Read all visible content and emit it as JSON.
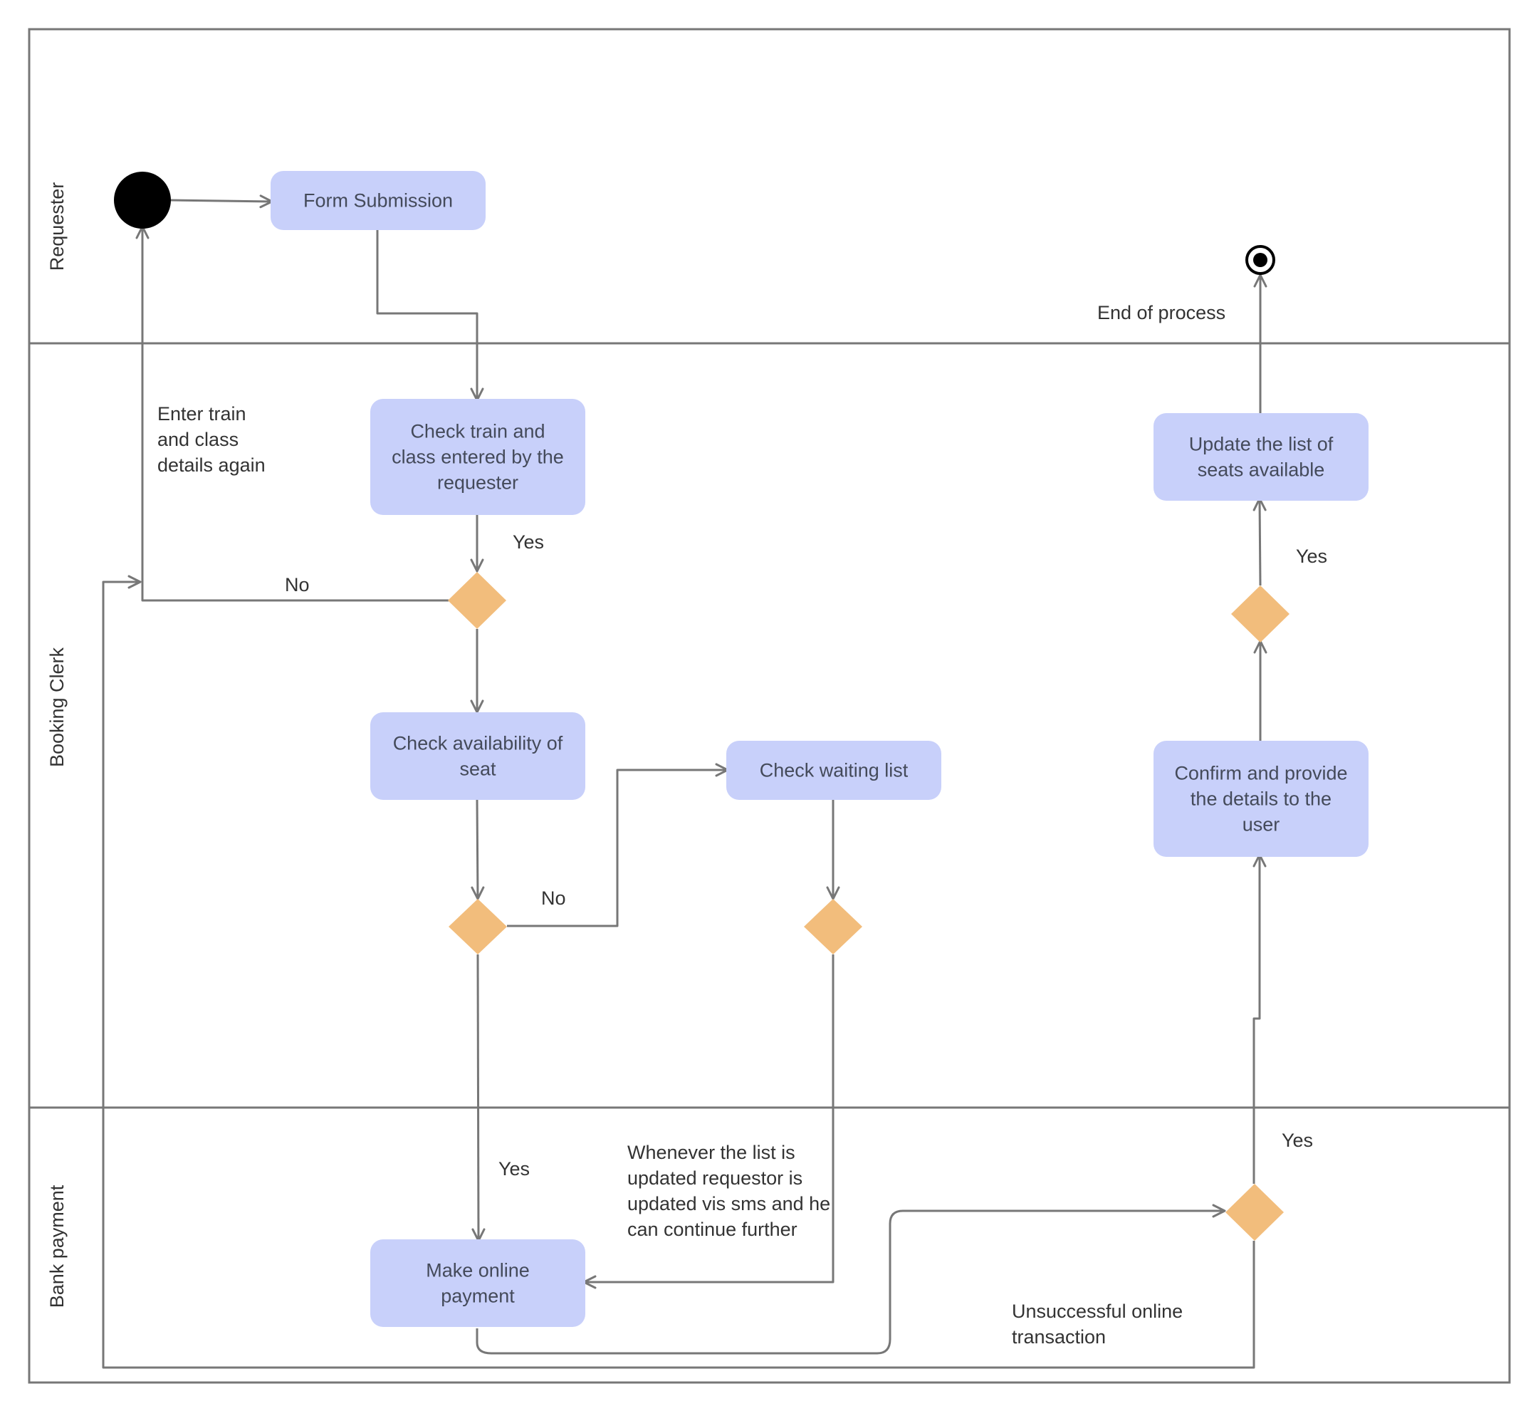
{
  "lanes": [
    {
      "id": "requester",
      "label": "Requester"
    },
    {
      "id": "booking_clerk",
      "label": "Booking Clerk"
    },
    {
      "id": "bank_payment",
      "label": "Bank payment"
    }
  ],
  "nodes": {
    "form_submission": {
      "lines": [
        "Form Submission"
      ]
    },
    "check_train": {
      "lines": [
        "Check train and",
        "class entered by the",
        "requester"
      ]
    },
    "check_availability": {
      "lines": [
        "Check availability of",
        "seat"
      ]
    },
    "check_waiting": {
      "lines": [
        "Check waiting list"
      ]
    },
    "make_payment": {
      "lines": [
        "Make online",
        "payment"
      ]
    },
    "confirm_details": {
      "lines": [
        "Confirm and provide",
        "the details to the",
        "user"
      ]
    },
    "update_seats": {
      "lines": [
        "Update the list of",
        "seats available"
      ]
    }
  },
  "labels": {
    "enter_again": {
      "lines": [
        "Enter train",
        "and class",
        "details again"
      ]
    },
    "yes_train": {
      "lines": [
        "Yes"
      ]
    },
    "no_train": {
      "lines": [
        "No"
      ]
    },
    "no_avail": {
      "lines": [
        "No"
      ]
    },
    "yes_avail": {
      "lines": [
        "Yes"
      ]
    },
    "sms_note": {
      "lines": [
        "Whenever the list is",
        "updated requestor is",
        "updated vis sms and he",
        "can continue further"
      ]
    },
    "unsuccessful": {
      "lines": [
        "Unsuccessful online",
        "transaction"
      ]
    },
    "yes_payment": {
      "lines": [
        "Yes"
      ]
    },
    "yes_confirm": {
      "lines": [
        "Yes"
      ]
    },
    "end_process": {
      "lines": [
        "End of process"
      ]
    }
  },
  "colors": {
    "activity_fill": "#c8d0fa",
    "decision_fill": "#f2bd7c",
    "line": "#777777",
    "border": "#777777",
    "start": "#000000"
  }
}
